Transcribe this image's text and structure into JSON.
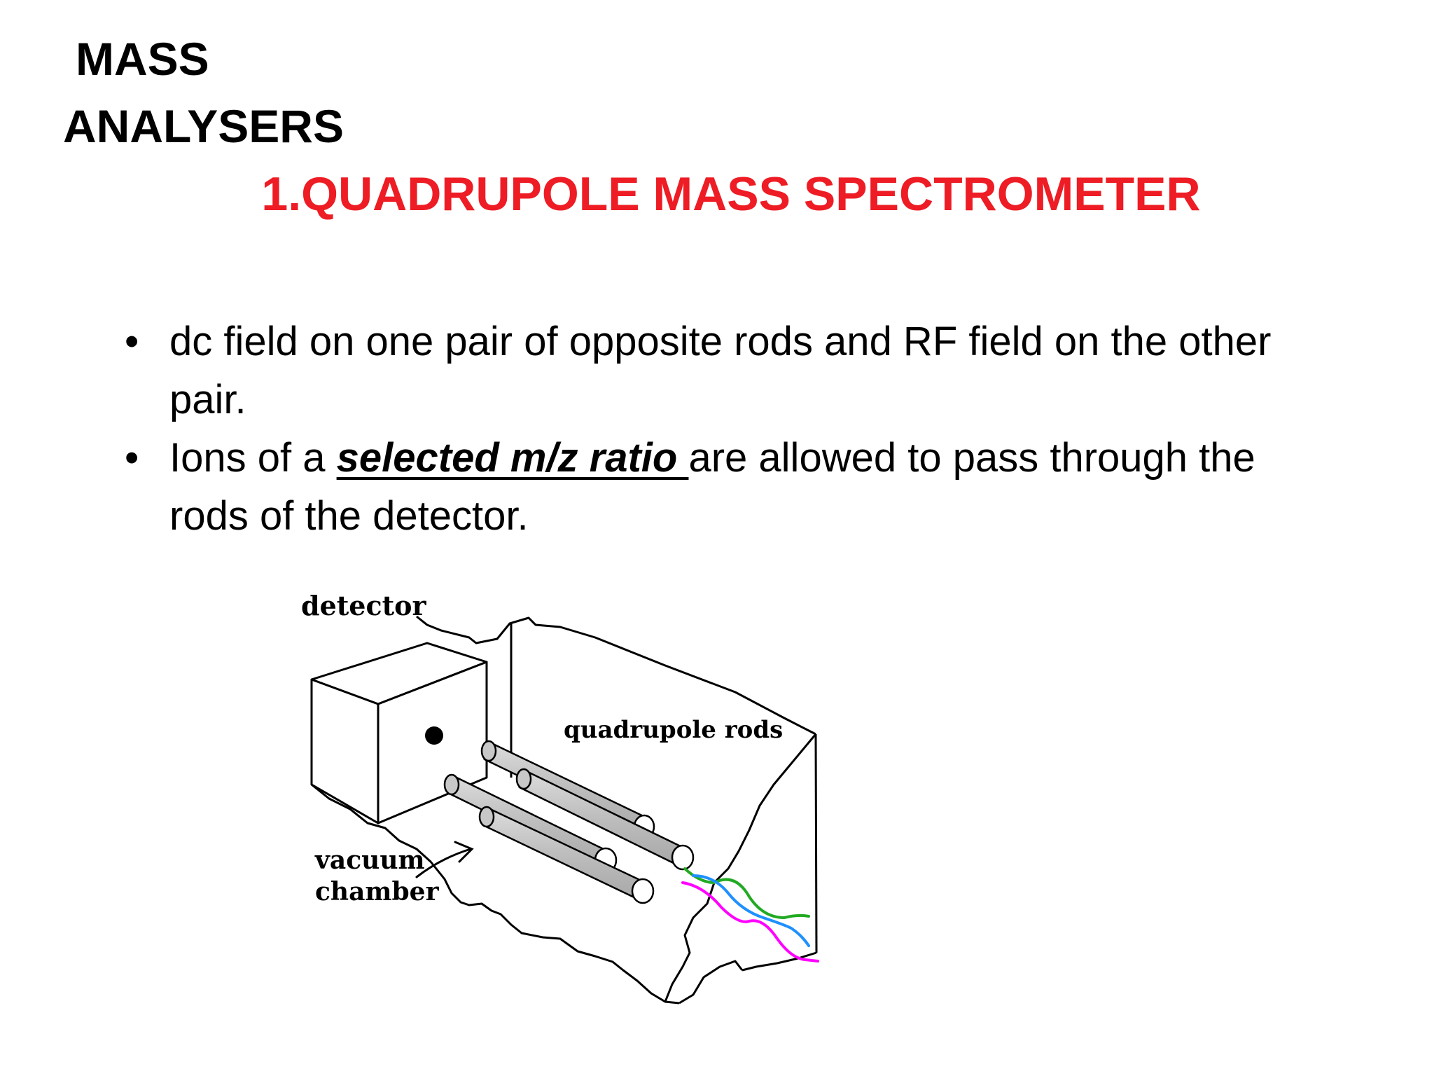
{
  "slide": {
    "title_line1": "MASS",
    "title_line2": "ANALYSERS",
    "subtitle": "1.QUADRUPOLE MASS SPECTROMETER",
    "bullets": [
      {
        "text": "dc field on one pair of opposite rods and RF field on the other pair."
      },
      {
        "before": "Ions of a ",
        "emphasis": "selected m/z ratio ",
        "after": "are allowed to pass through the rods of the detector."
      }
    ],
    "bullet_glyph": "•",
    "subtitle_color": "#ee1c24"
  },
  "diagram": {
    "label_detector": "detector",
    "label_rods": "quadrupole rods",
    "label_vacuum_line1": "vacuum",
    "label_vacuum_line2": "chamber",
    "ion_path_colors": [
      "#22aa22",
      "#1e90ff",
      "#ff00ff"
    ]
  }
}
